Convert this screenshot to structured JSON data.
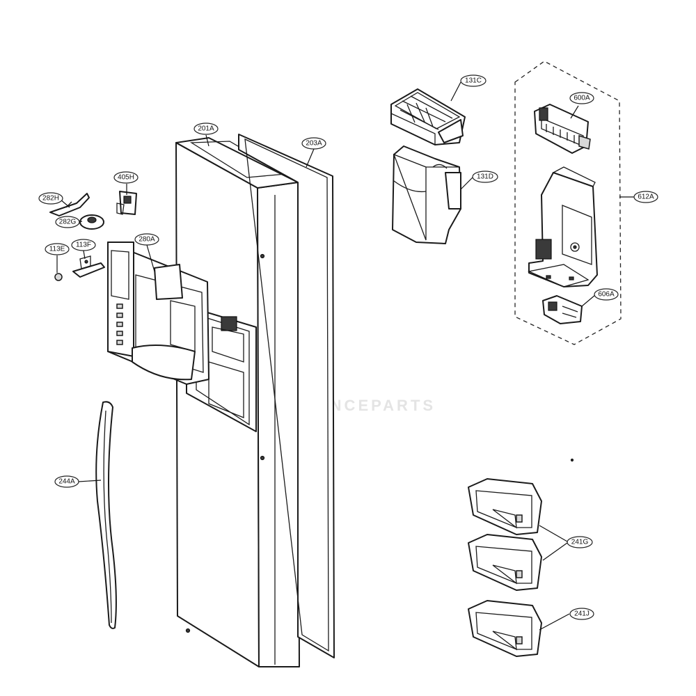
{
  "diagram": {
    "watermark": "APPLIANCEPARTS",
    "callouts": [
      {
        "id": "201A",
        "label": "201A"
      },
      {
        "id": "203A",
        "label": "203A"
      },
      {
        "id": "405H",
        "label": "405H"
      },
      {
        "id": "282H",
        "label": "282H"
      },
      {
        "id": "282G",
        "label": "282G"
      },
      {
        "id": "280A",
        "label": "280A"
      },
      {
        "id": "113E",
        "label": "113E"
      },
      {
        "id": "113F",
        "label": "113F"
      },
      {
        "id": "244A",
        "label": "244A"
      },
      {
        "id": "131C",
        "label": "131C"
      },
      {
        "id": "131D",
        "label": "131D"
      },
      {
        "id": "600A",
        "label": "600A"
      },
      {
        "id": "612A",
        "label": "612A"
      },
      {
        "id": "606A",
        "label": "606A"
      },
      {
        "id": "241G",
        "label": "241G"
      },
      {
        "id": "241J",
        "label": "241J"
      }
    ]
  }
}
